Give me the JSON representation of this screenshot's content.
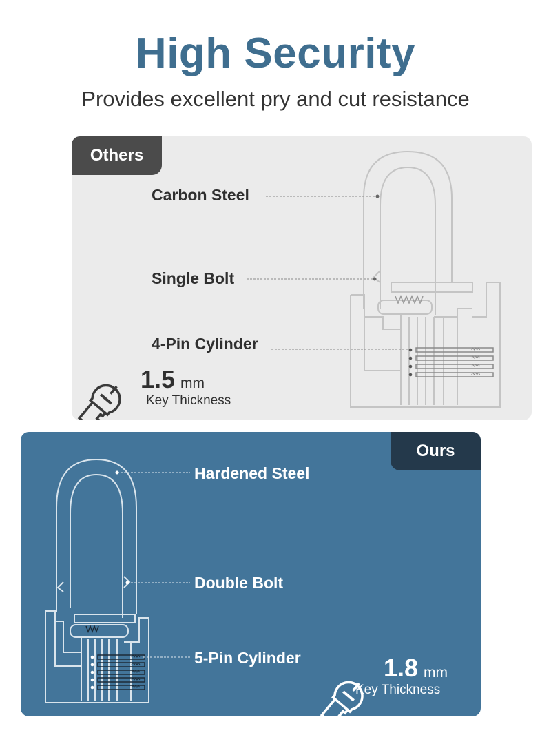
{
  "header": {
    "title": "High Security",
    "subtitle": "Provides excellent pry and cut resistance"
  },
  "others": {
    "tab_label": "Others",
    "labels": {
      "shackle": "Carbon Steel",
      "bolt": "Single Bolt",
      "cylinder": "4-Pin Cylinder"
    },
    "key_thickness": {
      "value": "1.5",
      "unit": "mm",
      "caption": "Key Thickness"
    },
    "pin_count": 4
  },
  "ours": {
    "tab_label": "Ours",
    "labels": {
      "shackle": "Hardened Steel",
      "bolt": "Double Bolt",
      "cylinder": "5-Pin Cylinder"
    },
    "key_thickness": {
      "value": "1.8",
      "unit": "mm",
      "caption": "Key Thickness"
    },
    "pin_count": 5
  },
  "colors": {
    "title": "#3f6e8f",
    "others_panel": "#ebebeb",
    "others_tab": "#4b4b4b",
    "ours_panel": "#43759a",
    "ours_tab": "#24394b",
    "others_line": "#c4c4c4",
    "ours_line": "#d9e4ec"
  },
  "icons": [
    "key-icon",
    "padlock-diagram"
  ]
}
